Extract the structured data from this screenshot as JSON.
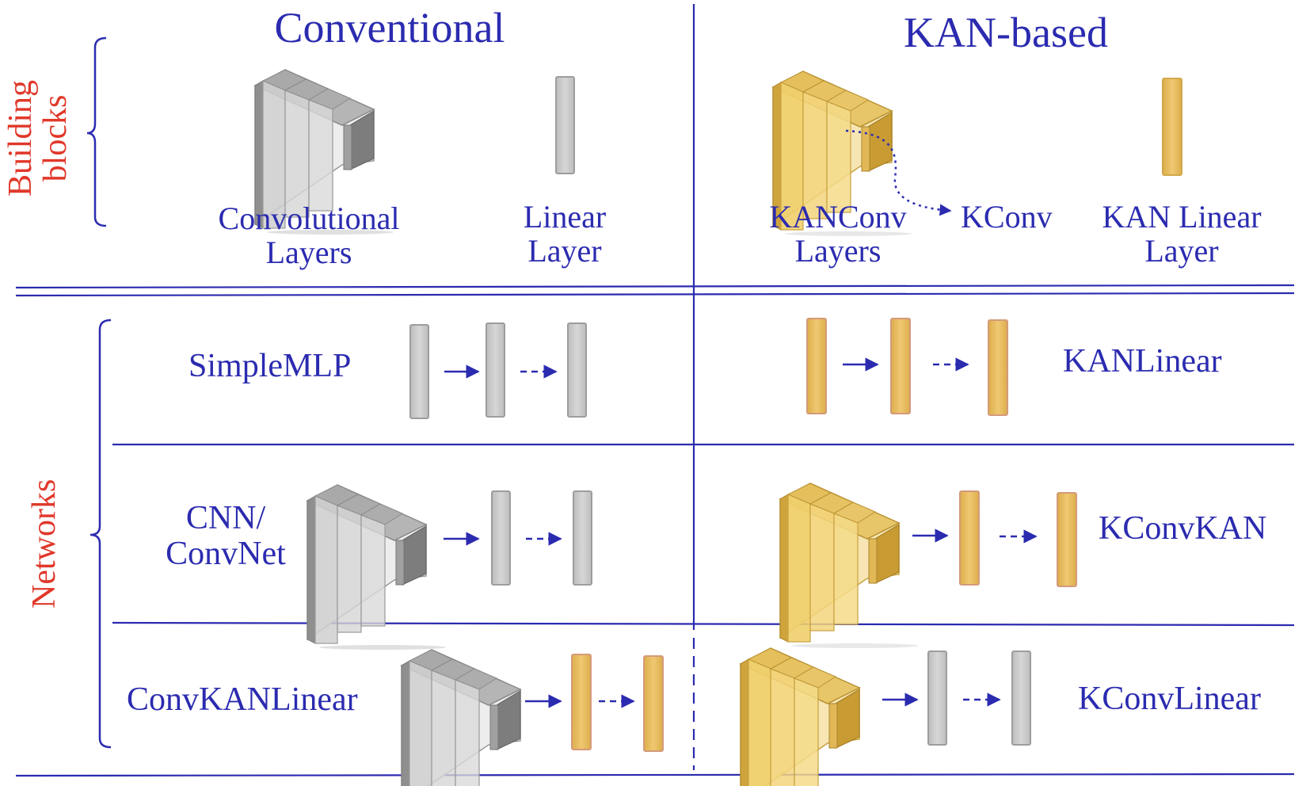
{
  "headers": {
    "conventional": "Conventional",
    "kan_based": "KAN-based"
  },
  "side_labels": {
    "building_blocks_line1": "Building",
    "building_blocks_line2": "blocks",
    "networks": "Networks"
  },
  "building_blocks": {
    "conv_layers_line1": "Convolutional",
    "conv_layers_line2": "Layers",
    "linear_layer_line1": "Linear",
    "linear_layer_line2": "Layer",
    "kanconv_layers_line1": "KANConv",
    "kanconv_layers_line2": "Layers",
    "kconv": "KConv",
    "kan_linear_layer_line1": "KAN Linear",
    "kan_linear_layer_line2": "Layer"
  },
  "networks": {
    "simple_mlp": "SimpleMLP",
    "cnn_line1": "CNN/",
    "cnn_line2": "ConvNet",
    "conv_kan_linear": "ConvKANLinear",
    "kan_linear": "KANLinear",
    "kconv_kan": "KConvKAN",
    "kconv_linear": "KConvLinear"
  },
  "colors": {
    "text_blue": "#2b2bb0",
    "label_red": "#e0382a",
    "conventional_gray": "#c9c9c9",
    "kan_gold": "#e8bf5f"
  }
}
